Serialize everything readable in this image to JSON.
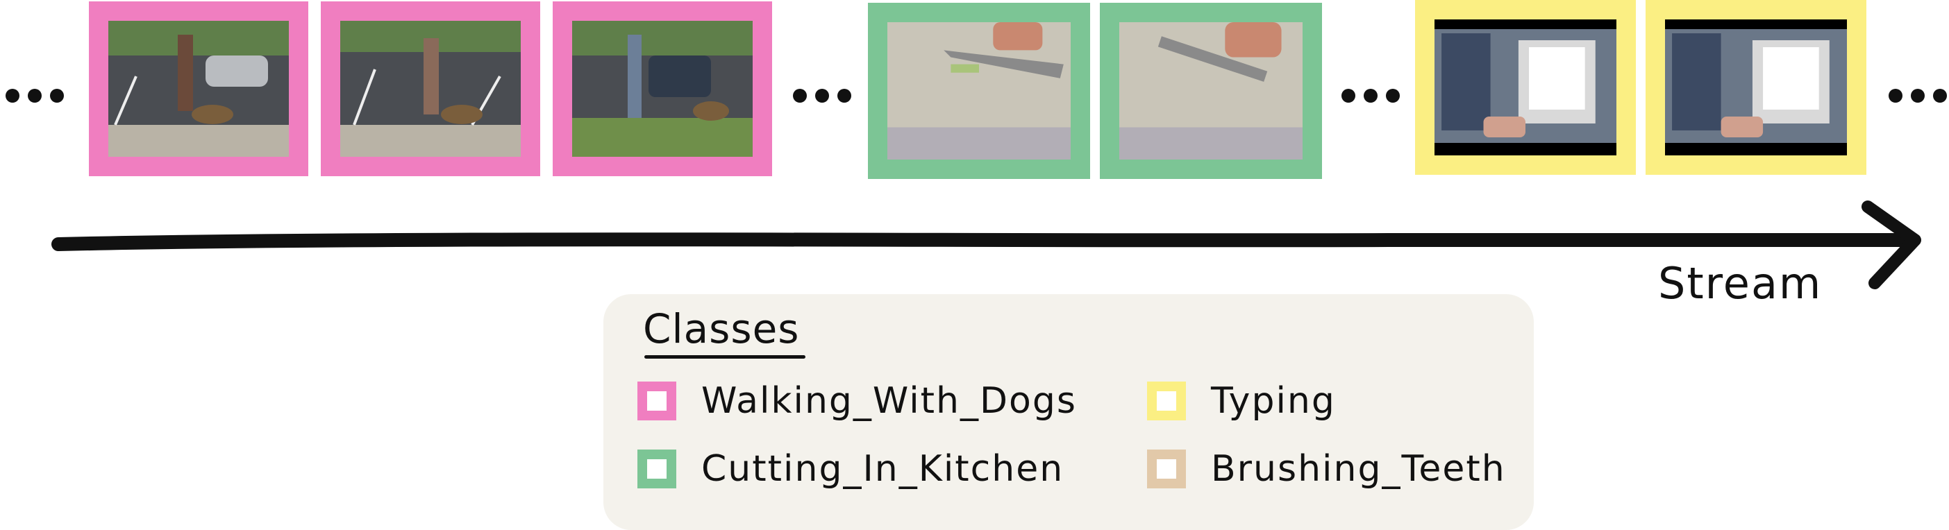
{
  "stream": {
    "label": "Stream",
    "frames": [
      {
        "class": "Walking_With_Dogs",
        "scene": "parking-lot-dog-walk"
      },
      {
        "class": "Walking_With_Dogs",
        "scene": "parking-lot-dog-walk"
      },
      {
        "class": "Walking_With_Dogs",
        "scene": "parking-lot-dog-walk"
      },
      {
        "class": "Cutting_In_Kitchen",
        "scene": "knife-cutting-board"
      },
      {
        "class": "Cutting_In_Kitchen",
        "scene": "knife-cutting-board"
      },
      {
        "class": "Typing",
        "scene": "laptop-typing"
      },
      {
        "class": "Typing",
        "scene": "laptop-typing"
      }
    ]
  },
  "legend": {
    "title": "Classes",
    "items": [
      {
        "label": "Walking_With_Dogs",
        "color": "#f07ec0"
      },
      {
        "label": "Typing",
        "color": "#fbef83"
      },
      {
        "label": "Cutting_In_Kitchen",
        "color": "#7cc595"
      },
      {
        "label": "Brushing_Teeth",
        "color": "#e2c9a9"
      }
    ]
  },
  "colors": {
    "walking": "#f07ec0",
    "cutting": "#7cc595",
    "typing": "#fbef83",
    "brushing": "#e2c9a9",
    "ink": "#111111",
    "legend_bg": "#f4f2ec"
  }
}
